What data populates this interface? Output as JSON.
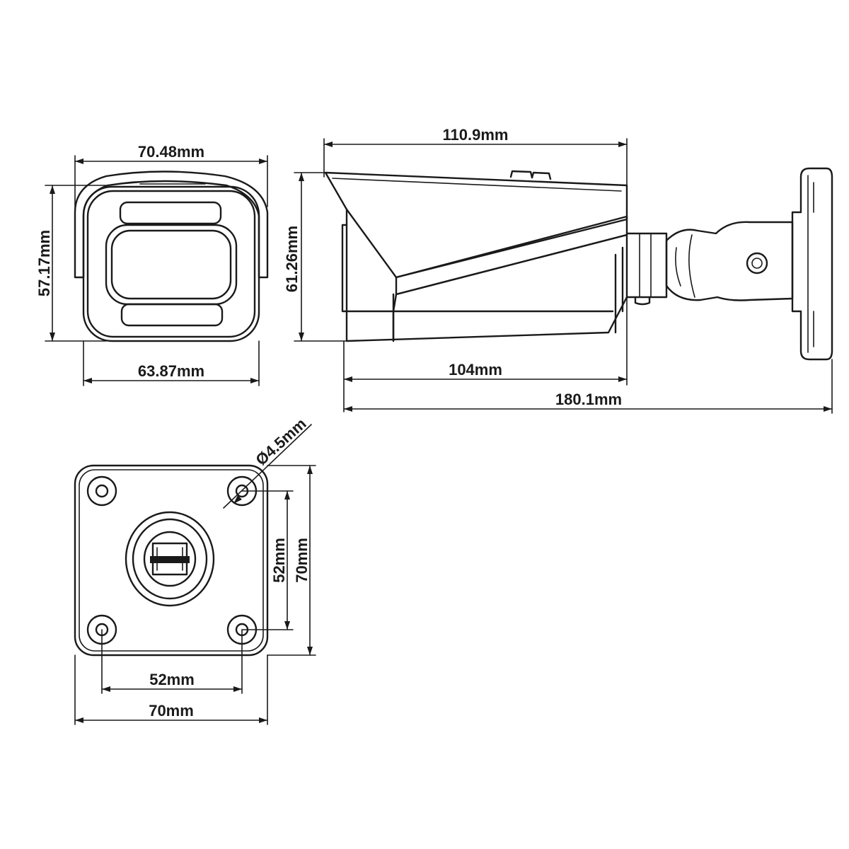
{
  "front_view": {
    "top_width": "70.48mm",
    "height": "57.17mm",
    "bottom_width": "63.87mm"
  },
  "side_view": {
    "housing_length": "110.9mm",
    "height": "61.26mm",
    "body_length": "104mm",
    "total_length": "180.1mm"
  },
  "base_view": {
    "hole_diameter": "Ø4.5mm",
    "hole_spacing_vertical": "52mm",
    "base_height": "70mm",
    "hole_spacing_horizontal": "52mm",
    "base_width": "70mm"
  }
}
